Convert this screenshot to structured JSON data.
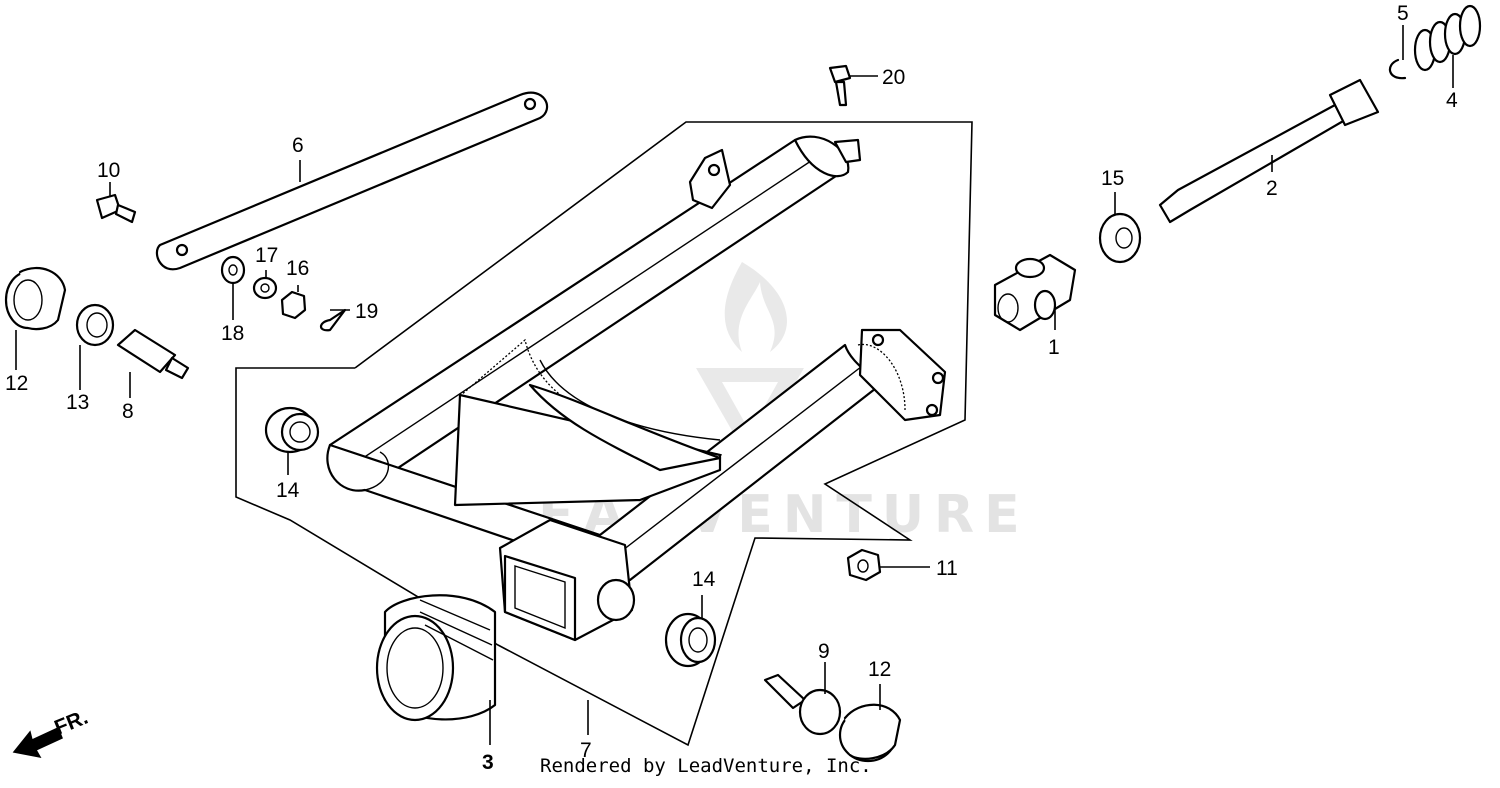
{
  "callouts": {
    "c1": "1",
    "c2": "2",
    "c3": "3",
    "c4": "4",
    "c5": "5",
    "c6": "6",
    "c7": "7",
    "c8": "8",
    "c9": "9",
    "c10": "10",
    "c11": "11",
    "c12a": "12",
    "c12b": "12",
    "c13": "13",
    "c14a": "14",
    "c14b": "14",
    "c15": "15",
    "c16": "16",
    "c17": "17",
    "c18": "18",
    "c19": "19",
    "c20": "20"
  },
  "front_indicator": "FR.",
  "watermark": "LEADVENTURE",
  "credit": "Rendered by LeadVenture, Inc."
}
